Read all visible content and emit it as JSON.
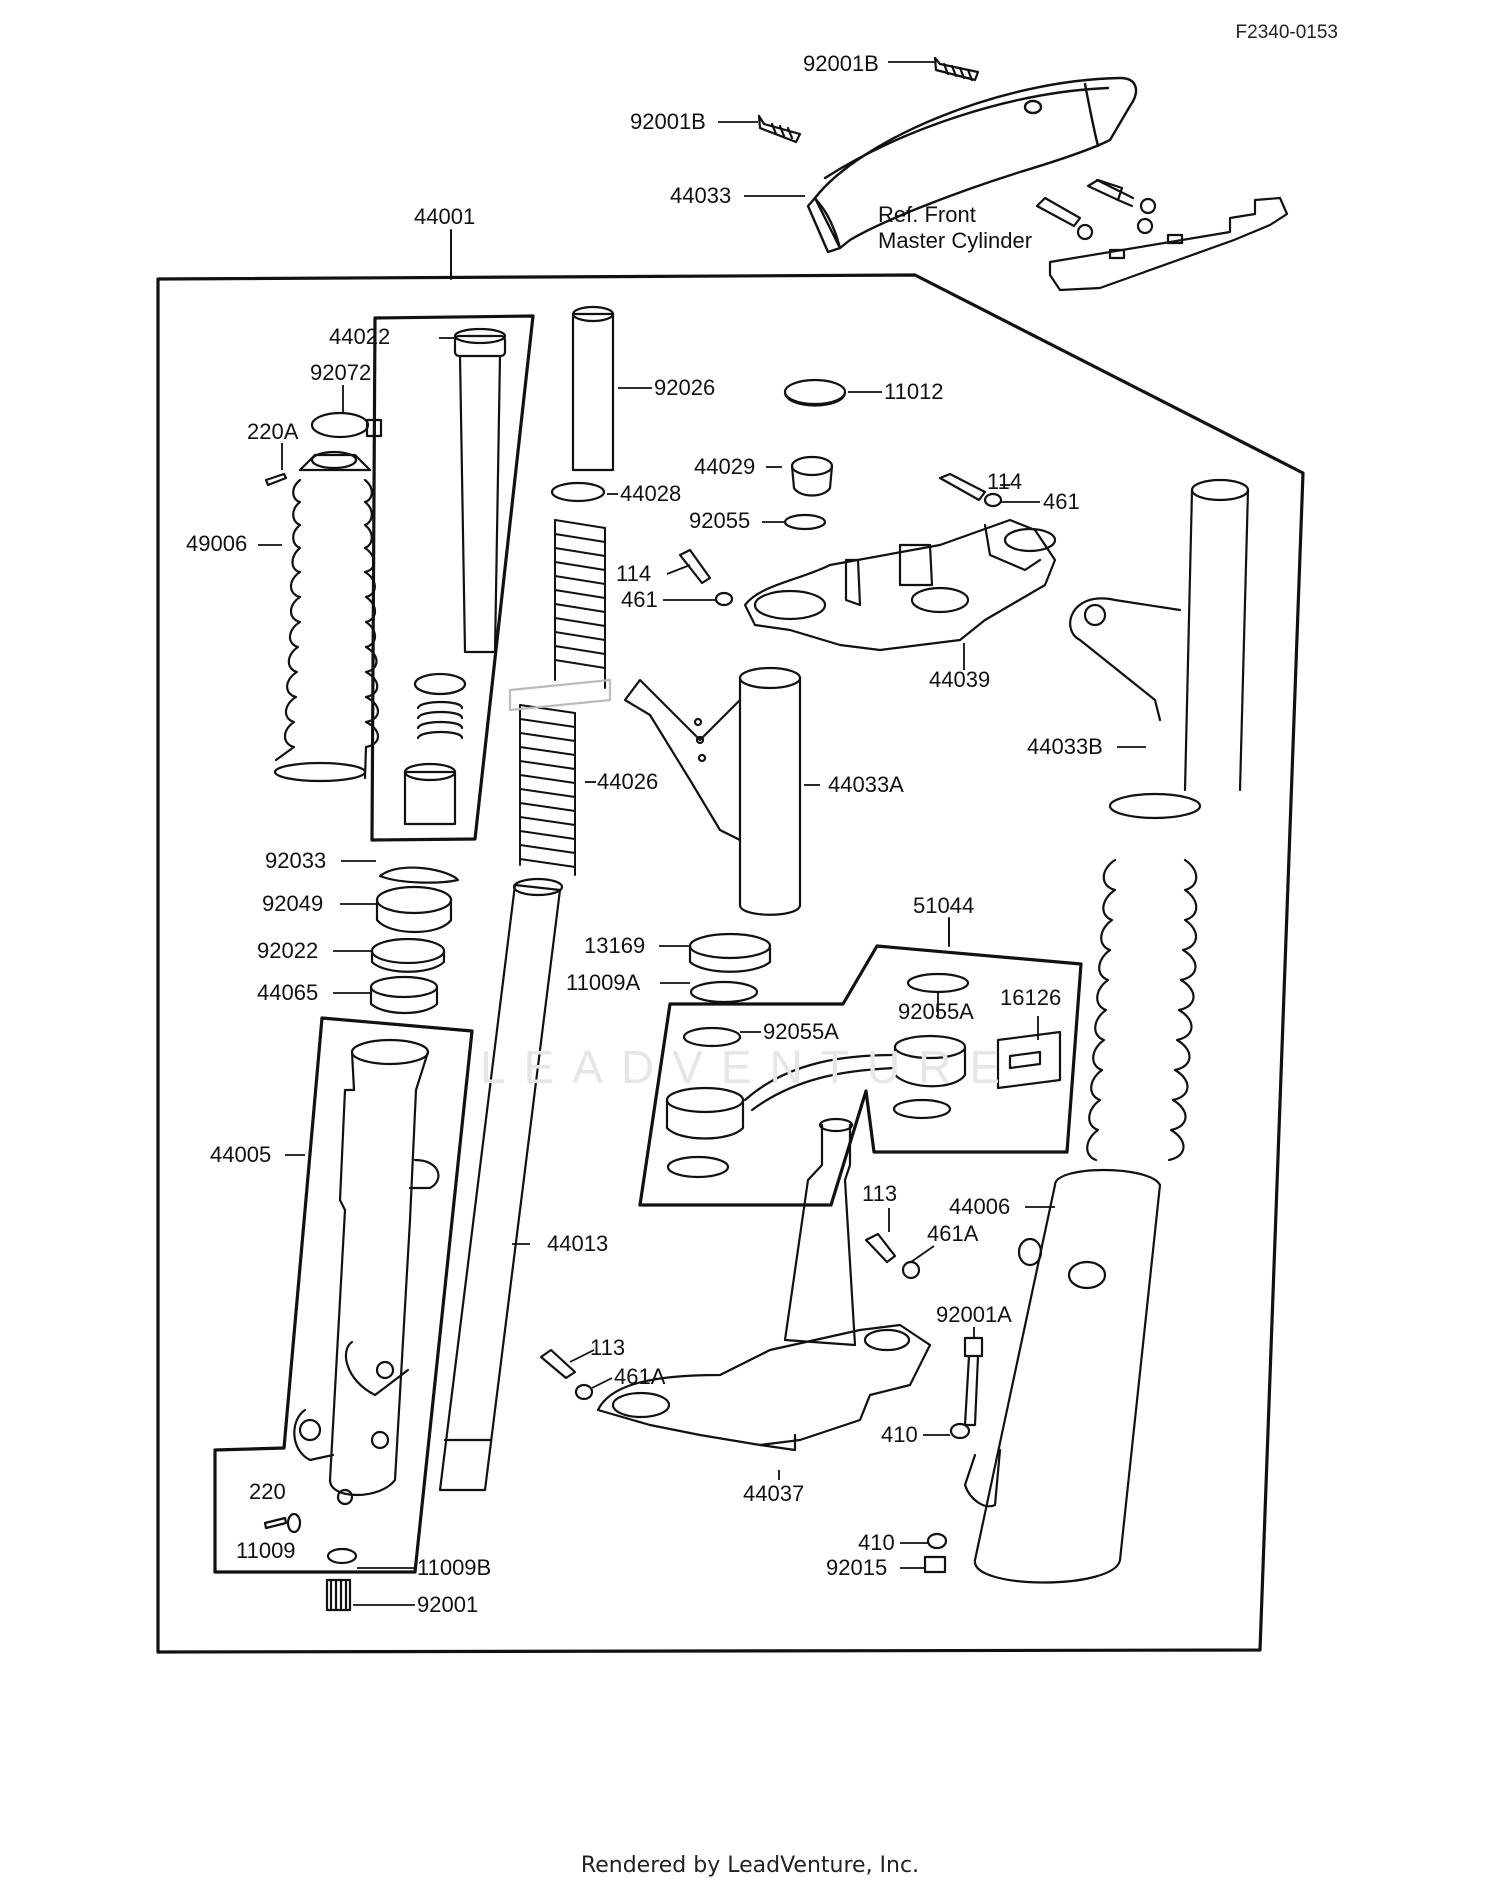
{
  "diagram": {
    "code": "F2340-0153",
    "footer": "Rendered by LeadVenture, Inc.",
    "watermark": "LEADVENTURE",
    "reference_note": "Ref. Front\nMaster Cylinder",
    "labels": [
      {
        "id": "p92001B-top",
        "text": "92001B"
      },
      {
        "id": "p92001B-mid",
        "text": "92001B"
      },
      {
        "id": "p44033",
        "text": "44033"
      },
      {
        "id": "p44001",
        "text": "44001"
      },
      {
        "id": "p44022",
        "text": "44022"
      },
      {
        "id": "p92072",
        "text": "92072"
      },
      {
        "id": "p220A",
        "text": "220A"
      },
      {
        "id": "p49006",
        "text": "49006"
      },
      {
        "id": "p92026",
        "text": "92026"
      },
      {
        "id": "p44028",
        "text": "44028"
      },
      {
        "id": "p44026",
        "text": "44026"
      },
      {
        "id": "p11012",
        "text": "11012"
      },
      {
        "id": "p44029",
        "text": "44029"
      },
      {
        "id": "p92055",
        "text": "92055"
      },
      {
        "id": "p114-left",
        "text": "114"
      },
      {
        "id": "p461-left",
        "text": "461"
      },
      {
        "id": "p114-right",
        "text": "114"
      },
      {
        "id": "p461-right",
        "text": "461"
      },
      {
        "id": "p44039",
        "text": "44039"
      },
      {
        "id": "p44033A",
        "text": "44033A"
      },
      {
        "id": "p44033B",
        "text": "44033B"
      },
      {
        "id": "p92033",
        "text": "92033"
      },
      {
        "id": "p92049",
        "text": "92049"
      },
      {
        "id": "p92022",
        "text": "92022"
      },
      {
        "id": "p44065",
        "text": "44065"
      },
      {
        "id": "p13169",
        "text": "13169"
      },
      {
        "id": "p11009A",
        "text": "11009A"
      },
      {
        "id": "p51044",
        "text": "51044"
      },
      {
        "id": "p92055A-right",
        "text": "92055A"
      },
      {
        "id": "p16126",
        "text": "16126"
      },
      {
        "id": "p92055A-left",
        "text": "92055A"
      },
      {
        "id": "p44005",
        "text": "44005"
      },
      {
        "id": "p44013",
        "text": "44013"
      },
      {
        "id": "p113-upper",
        "text": "113"
      },
      {
        "id": "p461A-upper",
        "text": "461A"
      },
      {
        "id": "p44006",
        "text": "44006"
      },
      {
        "id": "p92001A",
        "text": "92001A"
      },
      {
        "id": "p113-lower",
        "text": "113"
      },
      {
        "id": "p461A-lower",
        "text": "461A"
      },
      {
        "id": "p410-upper",
        "text": "410"
      },
      {
        "id": "p44037",
        "text": "44037"
      },
      {
        "id": "p220",
        "text": "220"
      },
      {
        "id": "p11009",
        "text": "11009"
      },
      {
        "id": "p11009B",
        "text": "11009B"
      },
      {
        "id": "p92001",
        "text": "92001"
      },
      {
        "id": "p410-lower",
        "text": "410"
      },
      {
        "id": "p92015",
        "text": "92015"
      }
    ]
  }
}
